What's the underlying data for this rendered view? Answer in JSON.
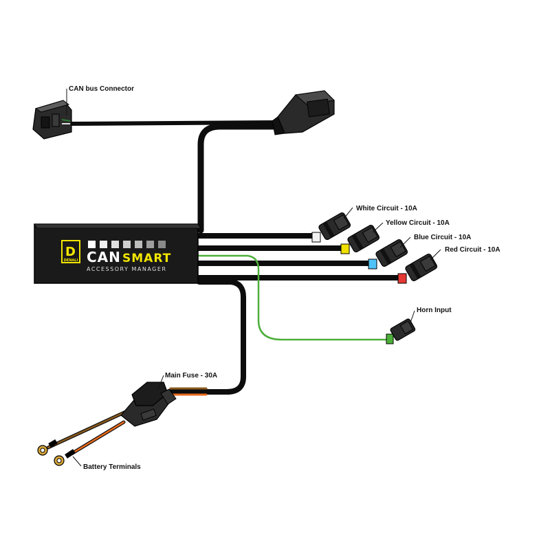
{
  "labels": {
    "can_bus": "CAN bus Connector",
    "white": "White Circuit - 10A",
    "yellow": "Yellow Circuit - 10A",
    "blue": "Blue Circuit - 10A",
    "red": "Red Circuit - 10A",
    "horn": "Horn Input",
    "fuse": "Main Fuse - 30A",
    "battery": "Battery Terminals"
  },
  "module": {
    "brand_can": "CAN",
    "brand_smart": "SMART",
    "subtitle": "ACCESSORY MANAGER",
    "logo_text": "DENALI",
    "logo_letter": "D"
  },
  "colors": {
    "cable": "#0d0d0d",
    "module": "#1a1a1a",
    "brand_yellow": "#f2e600",
    "horn_wire": "#4caf3a",
    "white_pin": "#f2f2f2",
    "yellow_pin": "#f0e000",
    "blue_pin": "#4fc3f7",
    "red_pin": "#e53935",
    "battery_brown": "#8a5a1e",
    "battery_orange": "#e86a1c"
  }
}
